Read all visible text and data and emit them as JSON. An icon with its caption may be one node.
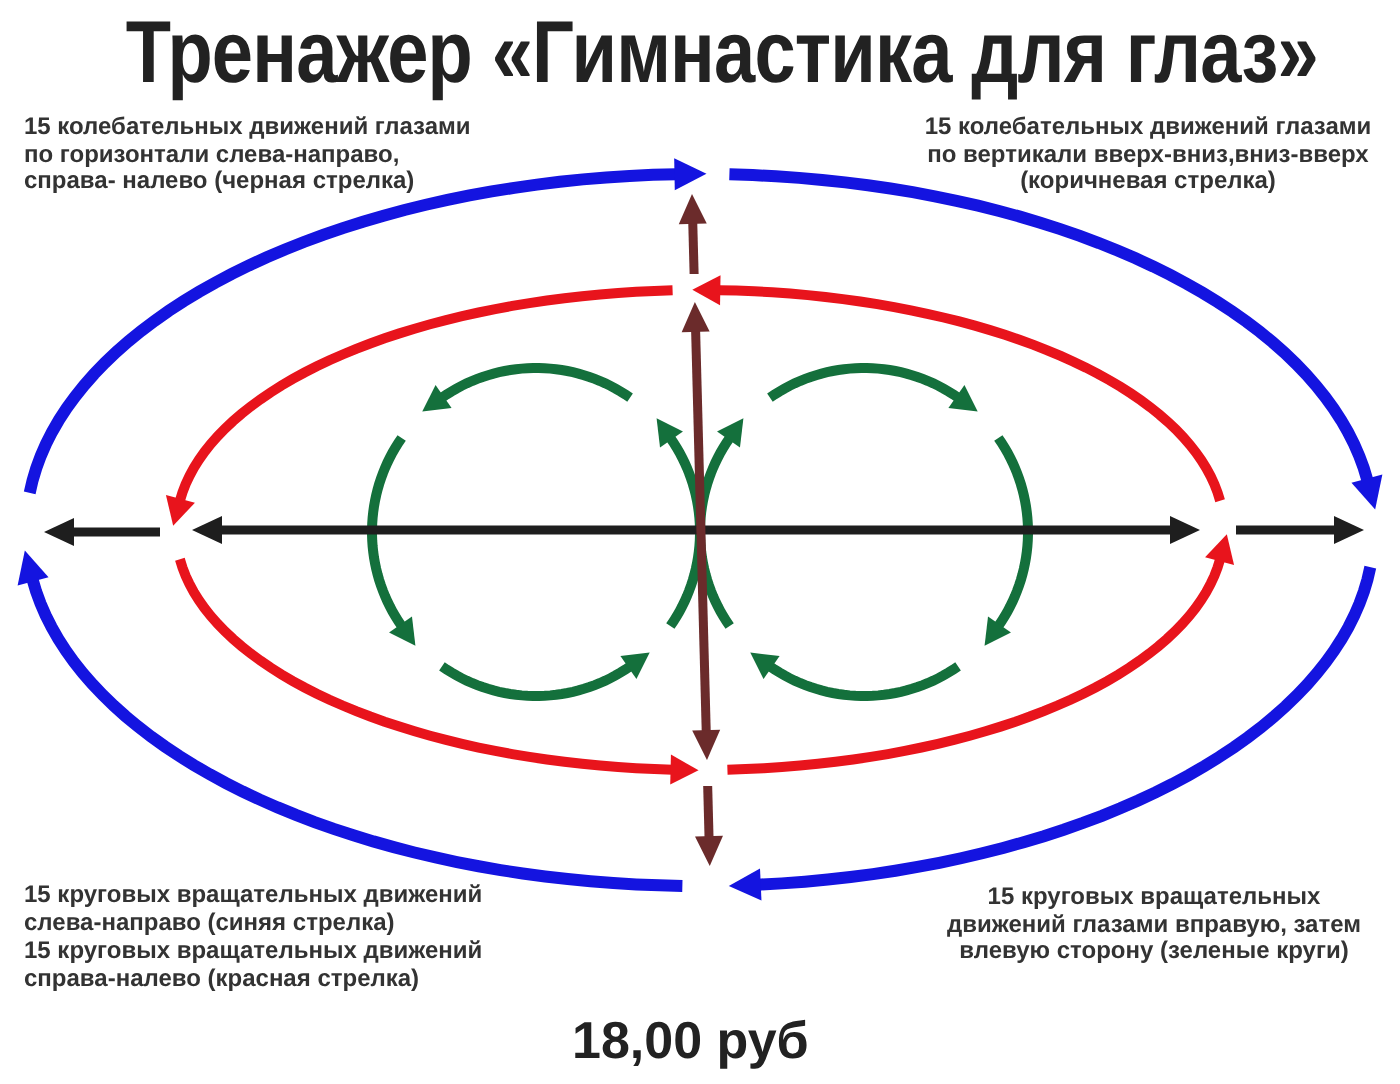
{
  "diagram": {
    "title": "Тренажер «Гимнастика для глаз»",
    "labels": [
      "15 колебательных движений глазами по горизонтали слева-направо, справа- налево (черная стрелка)",
      "15 колебательных движений глазами по вертикали вверх-вниз,вниз-вверх (коричневая стрелка)",
      "15 круговых вращательных движений слева-направо (синяя стрелка)",
      "15 круговых вращательных движений справа-налево (красная стрелка)",
      "15 круговых вращательных движений глазами вправую, затем влевую сторону (зеленые круги)",
      "18,00 руб"
    ]
  }
}
